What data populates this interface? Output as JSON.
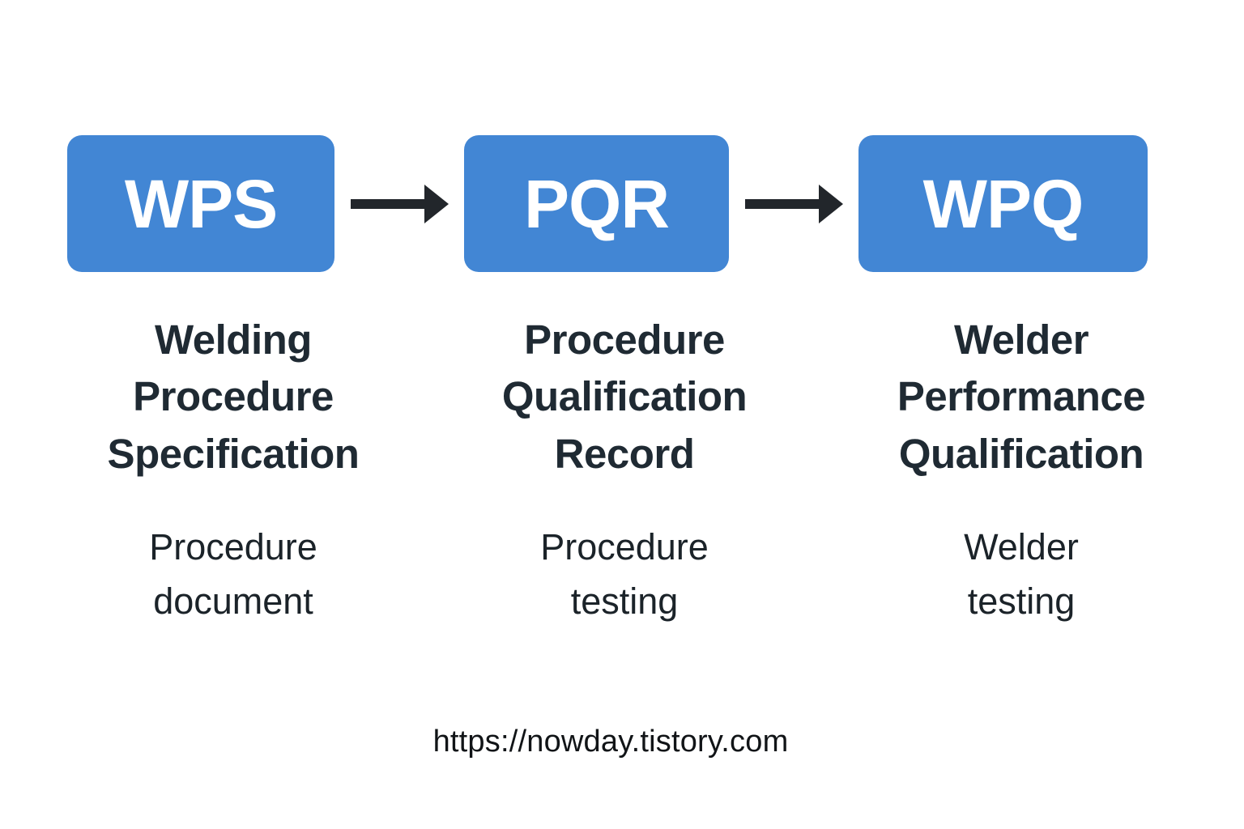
{
  "diagram": {
    "type": "flow",
    "background_color": "#ffffff",
    "box_color": "#4286d4",
    "box_text_color": "#ffffff",
    "title_text_color": "#1f2a33",
    "subtitle_text_color": "#1b2329",
    "arrow_color": "#22262b",
    "steps": [
      {
        "abbr": "WPS",
        "title": "Welding\nProcedure\nSpecification",
        "subtitle": "Procedure\ndocument"
      },
      {
        "abbr": "PQR",
        "title": "Procedure\nQualification\nRecord",
        "subtitle": "Procedure\ntesting"
      },
      {
        "abbr": "WPQ",
        "title": "Welder\nPerformance\nQualification",
        "subtitle": "Welder\ntesting"
      }
    ],
    "connectors": [
      {
        "from": "WPS",
        "to": "PQR",
        "shape": "right-arrow"
      },
      {
        "from": "PQR",
        "to": "WPQ",
        "shape": "right-arrow"
      }
    ]
  },
  "footer": {
    "url": "https://nowday.tistory.com"
  }
}
